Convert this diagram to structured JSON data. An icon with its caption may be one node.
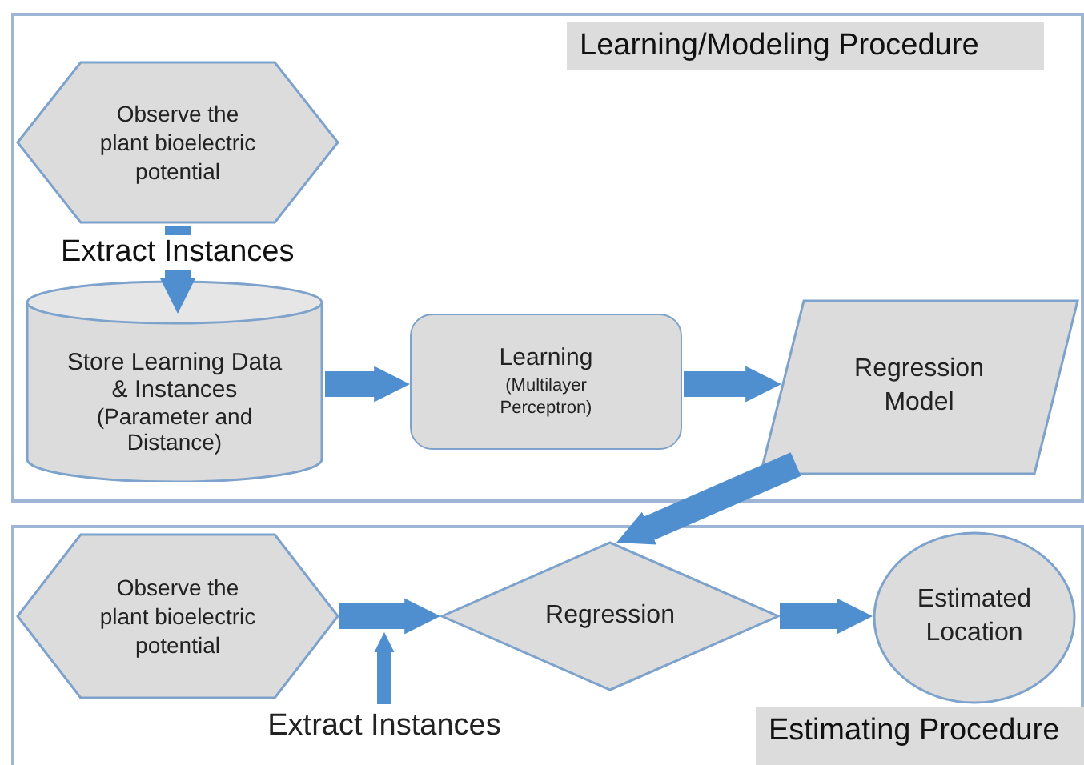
{
  "diagram": {
    "nodes": [
      {
        "text": [
          "Learning/Modeling Procedure"
        ]
      },
      {
        "text": [
          "Observe the plant bioelectric potential"
        ],
        "in": 0
      },
      {
        "text": [
          "Store Learning Data & Instances",
          "(Parameter and Distance)"
        ],
        "in": 0
      },
      {
        "text": [
          "Learning",
          "(Multilayer Perceptron)"
        ],
        "in": 0
      },
      {
        "text": [
          "Regression Model"
        ],
        "in": 0
      },
      {
        "text": [
          "Estimating Procedure"
        ]
      },
      {
        "text": [
          "Observe the plant bioelectric potential"
        ],
        "in": 5
      },
      {
        "text": [
          "Regression"
        ],
        "in": 5
      },
      {
        "text": [
          "Estimated Location"
        ],
        "in": 5
      },
      {
        "text": [
          "Extract Instances"
        ],
        "in": 5
      }
    ],
    "edges": [
      {
        "from": 1,
        "to": 2,
        "arrow": "to",
        "label": "Extract Instances"
      },
      {
        "from": 2,
        "to": 3,
        "arrow": "to"
      },
      {
        "from": 3,
        "to": 4,
        "arrow": "to"
      },
      {
        "from": 4,
        "to": 7,
        "arrow": "to"
      },
      {
        "from": 6,
        "to": 7,
        "arrow": "to"
      },
      {
        "from": 9,
        "to": 7,
        "arrow": "to"
      },
      {
        "from": 7,
        "to": 8,
        "arrow": "to"
      }
    ]
  }
}
